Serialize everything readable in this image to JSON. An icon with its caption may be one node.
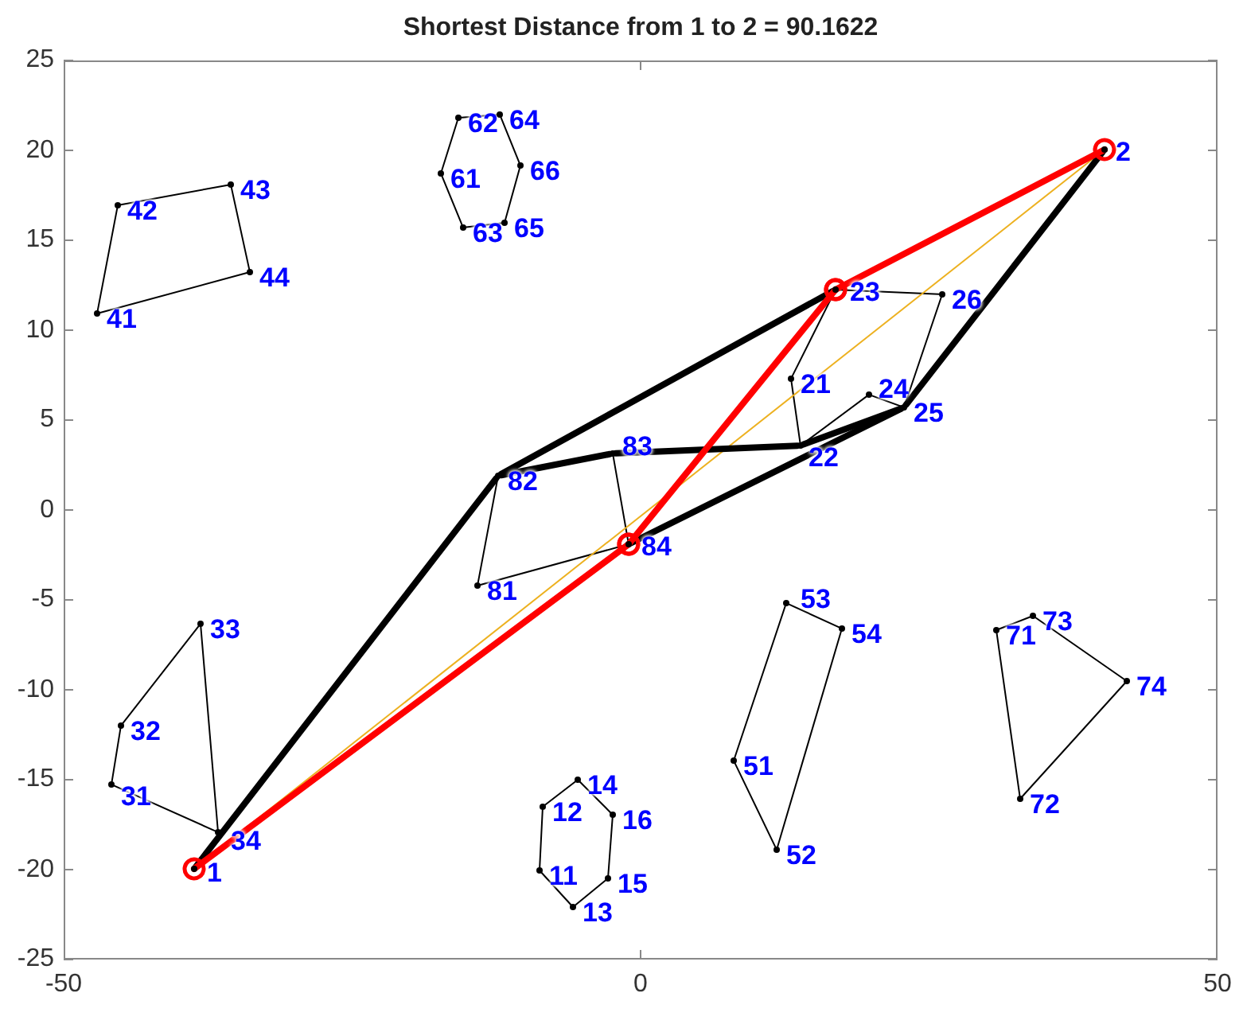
{
  "diagram": {
    "title": "Shortest Distance from 1 to 2 = 90.1622",
    "nodes": [
      {
        "text": [],
        "shape": "circle",
        "beside": [
          "1"
        ]
      },
      {
        "text": [],
        "shape": "circle",
        "beside": [
          "2"
        ]
      },
      {
        "text": [],
        "shape": "circle",
        "beside": [
          "11"
        ]
      },
      {
        "text": [],
        "shape": "circle",
        "beside": [
          "12"
        ]
      },
      {
        "text": [],
        "shape": "circle",
        "beside": [
          "13"
        ]
      },
      {
        "text": [],
        "shape": "circle",
        "beside": [
          "14"
        ]
      },
      {
        "text": [],
        "shape": "circle",
        "beside": [
          "15"
        ]
      },
      {
        "text": [],
        "shape": "circle",
        "beside": [
          "16"
        ]
      },
      {
        "text": [],
        "shape": "circle",
        "beside": [
          "21"
        ]
      },
      {
        "text": [],
        "shape": "circle",
        "beside": [
          "22"
        ]
      },
      {
        "text": [],
        "shape": "circle",
        "beside": [
          "23"
        ]
      },
      {
        "text": [],
        "shape": "circle",
        "beside": [
          "24"
        ]
      },
      {
        "text": [],
        "shape": "circle",
        "beside": [
          "25"
        ]
      },
      {
        "text": [],
        "shape": "circle",
        "beside": [
          "26"
        ]
      },
      {
        "text": [],
        "shape": "circle",
        "beside": [
          "31"
        ]
      },
      {
        "text": [],
        "shape": "circle",
        "beside": [
          "32"
        ]
      },
      {
        "text": [],
        "shape": "circle",
        "beside": [
          "33"
        ]
      },
      {
        "text": [],
        "shape": "circle",
        "beside": [
          "34"
        ]
      },
      {
        "text": [],
        "shape": "circle",
        "beside": [
          "41"
        ]
      },
      {
        "text": [],
        "shape": "circle",
        "beside": [
          "42"
        ]
      },
      {
        "text": [],
        "shape": "circle",
        "beside": [
          "43"
        ]
      },
      {
        "text": [],
        "shape": "circle",
        "beside": [
          "44"
        ]
      },
      {
        "text": [],
        "shape": "circle",
        "beside": [
          "51"
        ]
      },
      {
        "text": [],
        "shape": "circle",
        "beside": [
          "52"
        ]
      },
      {
        "text": [],
        "shape": "circle",
        "beside": [
          "53"
        ]
      },
      {
        "text": [],
        "shape": "circle",
        "beside": [
          "54"
        ]
      },
      {
        "text": [],
        "shape": "circle",
        "beside": [
          "61"
        ]
      },
      {
        "text": [],
        "shape": "circle",
        "beside": [
          "62"
        ]
      },
      {
        "text": [],
        "shape": "circle",
        "beside": [
          "63"
        ]
      },
      {
        "text": [],
        "shape": "circle",
        "beside": [
          "64"
        ]
      },
      {
        "text": [],
        "shape": "circle",
        "beside": [
          "65"
        ]
      },
      {
        "text": [],
        "shape": "circle",
        "beside": [
          "66"
        ]
      },
      {
        "text": [],
        "shape": "circle",
        "beside": [
          "71"
        ]
      },
      {
        "text": [],
        "shape": "circle",
        "beside": [
          "72"
        ]
      },
      {
        "text": [],
        "shape": "circle",
        "beside": [
          "73"
        ]
      },
      {
        "text": [],
        "shape": "circle",
        "beside": [
          "74"
        ]
      },
      {
        "text": [],
        "shape": "circle",
        "beside": [
          "81"
        ]
      },
      {
        "text": [],
        "shape": "circle",
        "beside": [
          "82"
        ]
      },
      {
        "text": [],
        "shape": "circle",
        "beside": [
          "83"
        ]
      },
      {
        "text": [],
        "shape": "circle",
        "beside": [
          "84"
        ]
      }
    ],
    "edges": [
      {
        "from": 3,
        "to": 5,
        "arrow": "none"
      },
      {
        "from": 5,
        "to": 7,
        "arrow": "none"
      },
      {
        "from": 7,
        "to": 6,
        "arrow": "none"
      },
      {
        "from": 6,
        "to": 4,
        "arrow": "none"
      },
      {
        "from": 4,
        "to": 2,
        "arrow": "none"
      },
      {
        "from": 2,
        "to": 3,
        "arrow": "none"
      },
      {
        "from": 10,
        "to": 8,
        "arrow": "none"
      },
      {
        "from": 8,
        "to": 9,
        "arrow": "none"
      },
      {
        "from": 9,
        "to": 11,
        "arrow": "none"
      },
      {
        "from": 11,
        "to": 12,
        "arrow": "none"
      },
      {
        "from": 12,
        "to": 13,
        "arrow": "none"
      },
      {
        "from": 13,
        "to": 10,
        "arrow": "none"
      },
      {
        "from": 14,
        "to": 15,
        "arrow": "none"
      },
      {
        "from": 15,
        "to": 16,
        "arrow": "none"
      },
      {
        "from": 16,
        "to": 17,
        "arrow": "none"
      },
      {
        "from": 17,
        "to": 14,
        "arrow": "none"
      },
      {
        "from": 18,
        "to": 19,
        "arrow": "none"
      },
      {
        "from": 19,
        "to": 20,
        "arrow": "none"
      },
      {
        "from": 20,
        "to": 21,
        "arrow": "none"
      },
      {
        "from": 21,
        "to": 18,
        "arrow": "none"
      },
      {
        "from": 22,
        "to": 24,
        "arrow": "none"
      },
      {
        "from": 24,
        "to": 25,
        "arrow": "none"
      },
      {
        "from": 25,
        "to": 23,
        "arrow": "none"
      },
      {
        "from": 23,
        "to": 22,
        "arrow": "none"
      },
      {
        "from": 26,
        "to": 27,
        "arrow": "none"
      },
      {
        "from": 27,
        "to": 29,
        "arrow": "none"
      },
      {
        "from": 29,
        "to": 31,
        "arrow": "none"
      },
      {
        "from": 31,
        "to": 30,
        "arrow": "none"
      },
      {
        "from": 30,
        "to": 28,
        "arrow": "none"
      },
      {
        "from": 28,
        "to": 26,
        "arrow": "none"
      },
      {
        "from": 32,
        "to": 34,
        "arrow": "none"
      },
      {
        "from": 34,
        "to": 35,
        "arrow": "none"
      },
      {
        "from": 35,
        "to": 33,
        "arrow": "none"
      },
      {
        "from": 33,
        "to": 32,
        "arrow": "none"
      },
      {
        "from": 36,
        "to": 37,
        "arrow": "none"
      },
      {
        "from": 38,
        "to": 39,
        "arrow": "none"
      },
      {
        "from": 39,
        "to": 36,
        "arrow": "none"
      },
      {
        "from": 0,
        "to": 1,
        "arrow": "none",
        "color": "#edb120"
      },
      {
        "from": 0,
        "to": 37,
        "arrow": "none",
        "style": "thick"
      },
      {
        "from": 37,
        "to": 10,
        "arrow": "none",
        "style": "thick"
      },
      {
        "from": 37,
        "to": 38,
        "arrow": "none",
        "style": "thick"
      },
      {
        "from": 38,
        "to": 9,
        "arrow": "none",
        "style": "thick"
      },
      {
        "from": 9,
        "to": 12,
        "arrow": "none",
        "style": "thick"
      },
      {
        "from": 39,
        "to": 12,
        "arrow": "none",
        "style": "thick"
      },
      {
        "from": 12,
        "to": 1,
        "arrow": "none",
        "style": "thick"
      },
      {
        "from": 0,
        "to": 39,
        "arrow": "other",
        "style": "thick",
        "color": "#ff0000"
      },
      {
        "from": 39,
        "to": 10,
        "arrow": "other",
        "style": "thick",
        "color": "#ff0000"
      },
      {
        "from": 10,
        "to": 1,
        "arrow": "other",
        "style": "thick",
        "color": "#ff0000"
      }
    ],
    "labels": [
      "25",
      "20",
      "15",
      "10",
      "5",
      "0",
      "-5",
      "-10",
      "-15",
      "-20",
      "-25",
      "-50",
      "0",
      "50"
    ]
  }
}
